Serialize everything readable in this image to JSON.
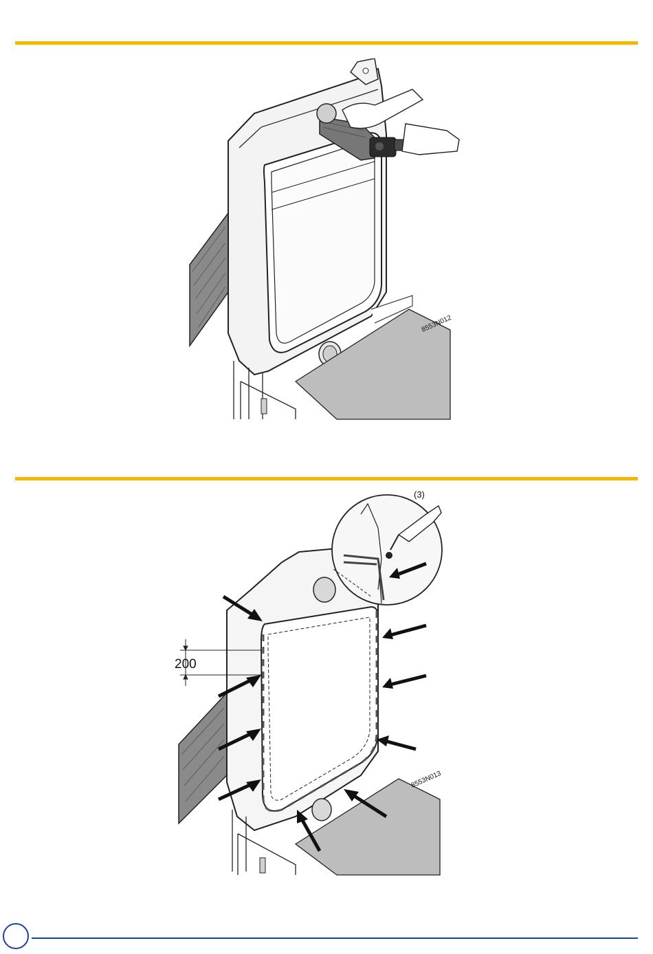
{
  "figure1": {
    "code": "8553N012"
  },
  "figure2": {
    "code": "8553N013",
    "dimension": "200",
    "callout": "(3)"
  },
  "colors": {
    "rule": "#f5b800",
    "footer": "#1c3fa6"
  },
  "footer": {
    "page_number": ""
  }
}
